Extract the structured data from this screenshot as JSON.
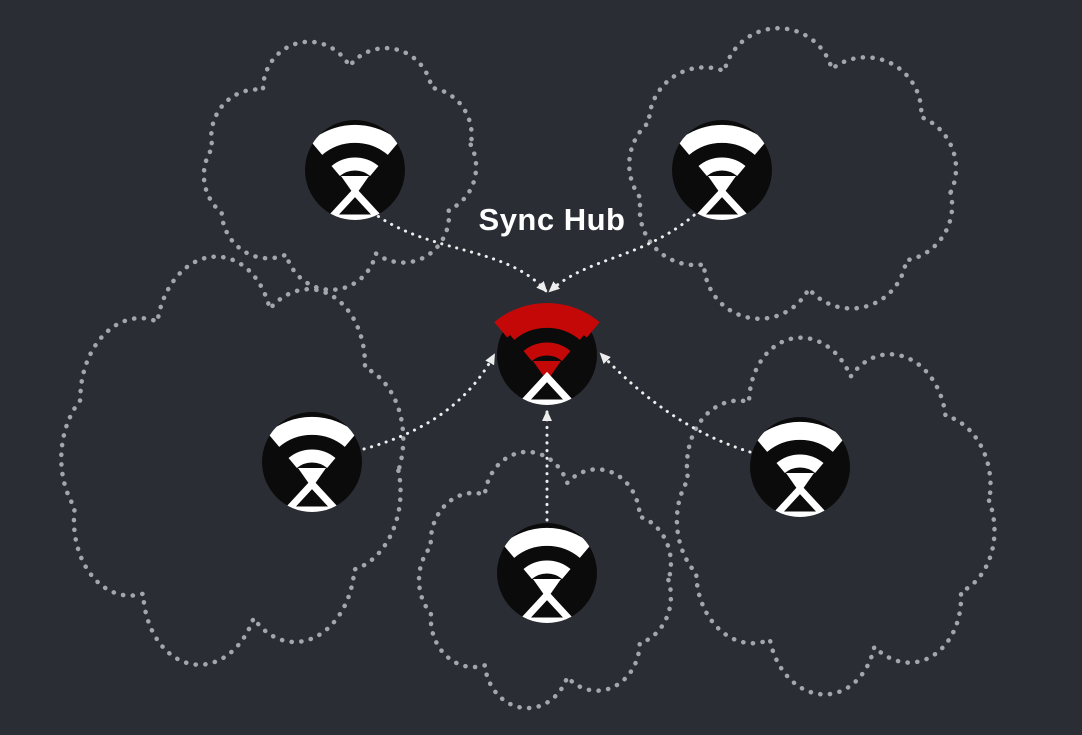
{
  "diagram": {
    "title": "Sync Hub",
    "background": "#2a2e34",
    "colors": {
      "cloud_outline": "#a3a7ab",
      "arrow": "#ededed",
      "node_fill": "#0b0b0b",
      "glyph_white": "#ffffff",
      "hub_accent": "#c40808"
    },
    "hub": {
      "name": "sync-hub",
      "label": "Sync Hub",
      "icon": "hotspot-sync-icon",
      "accent": "red-wifi-arc"
    },
    "peers": [
      {
        "name": "peer-top-left",
        "icon": "hotspot-sync-icon",
        "in_cloud": true
      },
      {
        "name": "peer-top-right",
        "icon": "hotspot-sync-icon",
        "in_cloud": true
      },
      {
        "name": "peer-mid-left",
        "icon": "hotspot-sync-icon",
        "in_cloud": true
      },
      {
        "name": "peer-mid-right",
        "icon": "hotspot-sync-icon",
        "in_cloud": true
      },
      {
        "name": "peer-bottom",
        "icon": "hotspot-sync-icon",
        "in_cloud": true
      }
    ],
    "connections": [
      {
        "from": "peer-top-left",
        "to": "sync-hub",
        "style": "dotted-arrow"
      },
      {
        "from": "peer-top-right",
        "to": "sync-hub",
        "style": "dotted-arrow"
      },
      {
        "from": "peer-mid-left",
        "to": "sync-hub",
        "style": "dotted-arrow"
      },
      {
        "from": "peer-mid-right",
        "to": "sync-hub",
        "style": "dotted-arrow"
      },
      {
        "from": "peer-bottom",
        "to": "sync-hub",
        "style": "dotted-arrow"
      }
    ]
  }
}
